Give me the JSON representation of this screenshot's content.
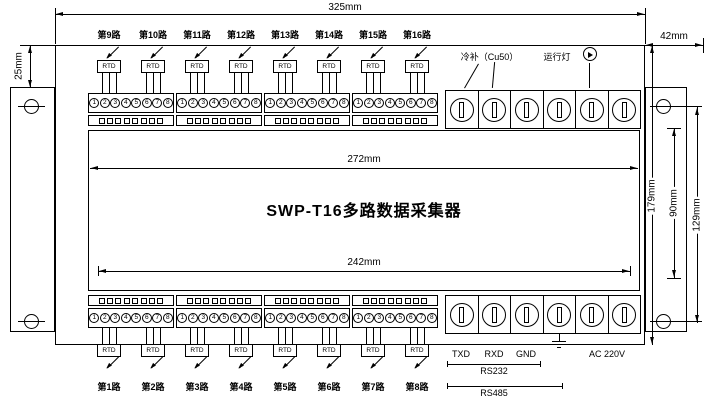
{
  "device": {
    "title": "SWP-T16多路数据采集器"
  },
  "dims": {
    "width_overall": "325mm",
    "ear_offset": "42mm",
    "top_offset": "25mm",
    "inner_width": "272mm",
    "mount_width": "242mm",
    "height_overall": "179mm",
    "inner_height": "90mm",
    "mount_height": "129mm"
  },
  "top_channels": [
    "第9路",
    "第10路",
    "第11路",
    "第12路",
    "第13路",
    "第14路",
    "第15路",
    "第16路"
  ],
  "bottom_channels": [
    "第1路",
    "第2路",
    "第3路",
    "第4路",
    "第5路",
    "第6路",
    "第7路",
    "第8路"
  ],
  "terminal_numbers": [
    "1",
    "2",
    "3",
    "4",
    "5",
    "6",
    "7",
    "8"
  ],
  "sensor_label": "RTD",
  "right_top": {
    "cold_comp": "冷补（Cu50）",
    "run_lamp": "运行灯"
  },
  "right_bottom": {
    "txd": "TXD",
    "rxd": "RXD",
    "gnd": "GND",
    "ac": "AC 220V",
    "rs232": "RS232",
    "rs485": "RS485"
  },
  "colors": {
    "line": "#000000",
    "background": "#ffffff"
  }
}
